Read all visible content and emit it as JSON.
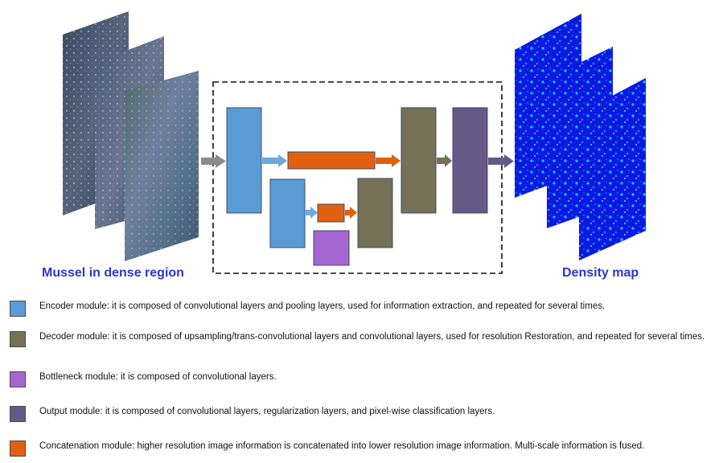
{
  "labels": {
    "input_caption": "Mussel in dense region",
    "output_caption": "Density map"
  },
  "colors": {
    "encoder": "#5b9bd5",
    "decoder": "#767056",
    "bottleneck": "#a666d0",
    "output": "#655a87",
    "concatenation": "#e0600f",
    "caption": "#2a37c8"
  },
  "legend": [
    {
      "module": "encoder",
      "color": "#5b9bd5",
      "text": "Encoder module: it is composed of convolutional layers and pooling layers, used for information extraction, and repeated for several times."
    },
    {
      "module": "decoder",
      "color": "#767056",
      "text": "Decoder module: it is composed of upsampling/trans-convolutional layers and convolutional layers, used for resolution Restoration, and repeated for several times."
    },
    {
      "module": "bottleneck",
      "color": "#a666d0",
      "text": "Bottleneck module: it is composed of convolutional layers."
    },
    {
      "module": "output",
      "color": "#655a87",
      "text": "Output module: it is composed of convolutional layers, regularization layers, and pixel-wise classification layers."
    },
    {
      "module": "concatenation",
      "color": "#e0600f",
      "text": "Concatenation module: higher resolution image information is concatenated into lower resolution image information. Multi-scale information is fused."
    }
  ]
}
